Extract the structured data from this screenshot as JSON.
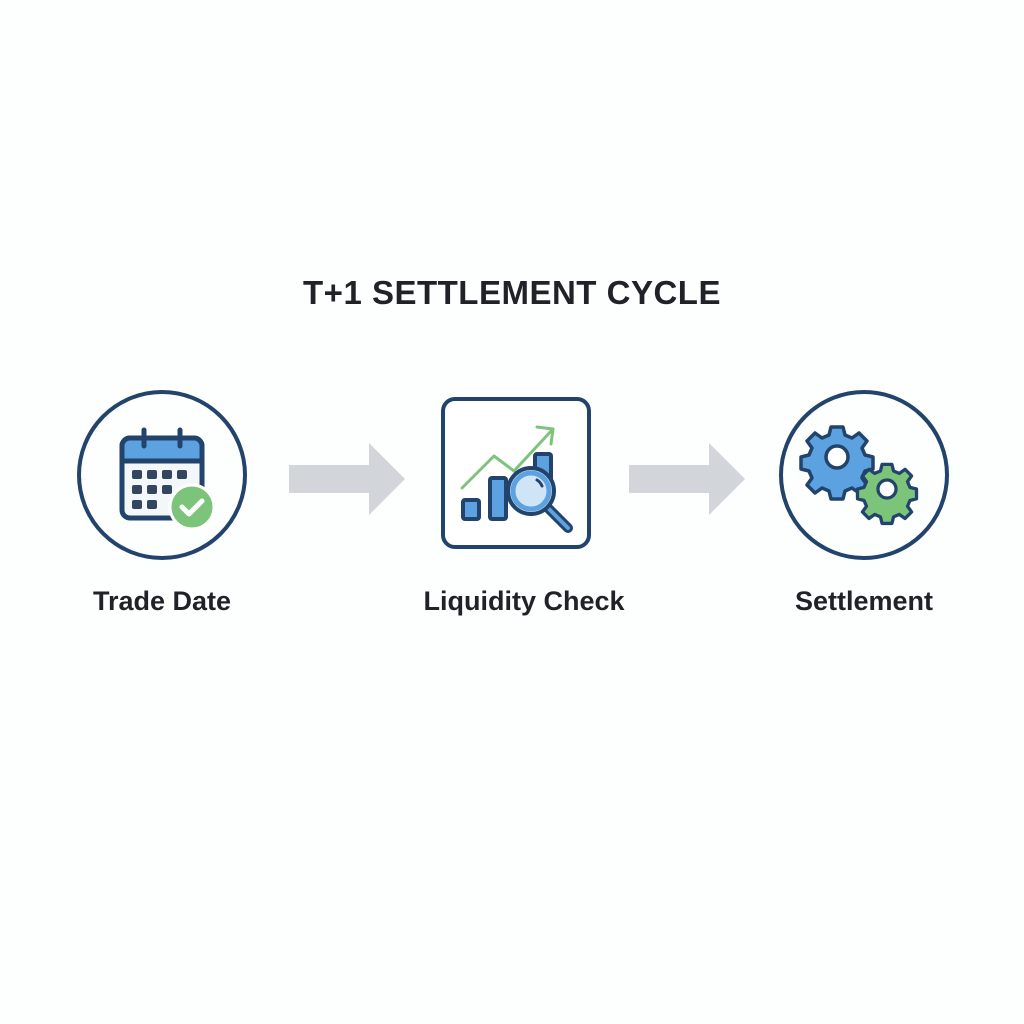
{
  "title": "T+1 SETTLEMENT CYCLE",
  "steps": [
    {
      "label": "Trade Date",
      "icon": "calendar-check-icon",
      "frame": "circle"
    },
    {
      "label": "Liquidity Check",
      "icon": "chart-magnifier-icon",
      "frame": "rounded-square"
    },
    {
      "label": "Settlement",
      "icon": "gears-icon",
      "frame": "circle"
    }
  ],
  "arrows": [
    {
      "from": "Trade Date",
      "to": "Liquidity Check",
      "icon": "arrow-right-icon"
    },
    {
      "from": "Liquidity Check",
      "to": "Settlement",
      "icon": "arrow-right-icon"
    }
  ],
  "colors": {
    "frame": "#22436b",
    "blue": "#5da2e0",
    "green": "#7cc47a",
    "arrow": "#d2d5d9",
    "text": "#1f2328"
  }
}
